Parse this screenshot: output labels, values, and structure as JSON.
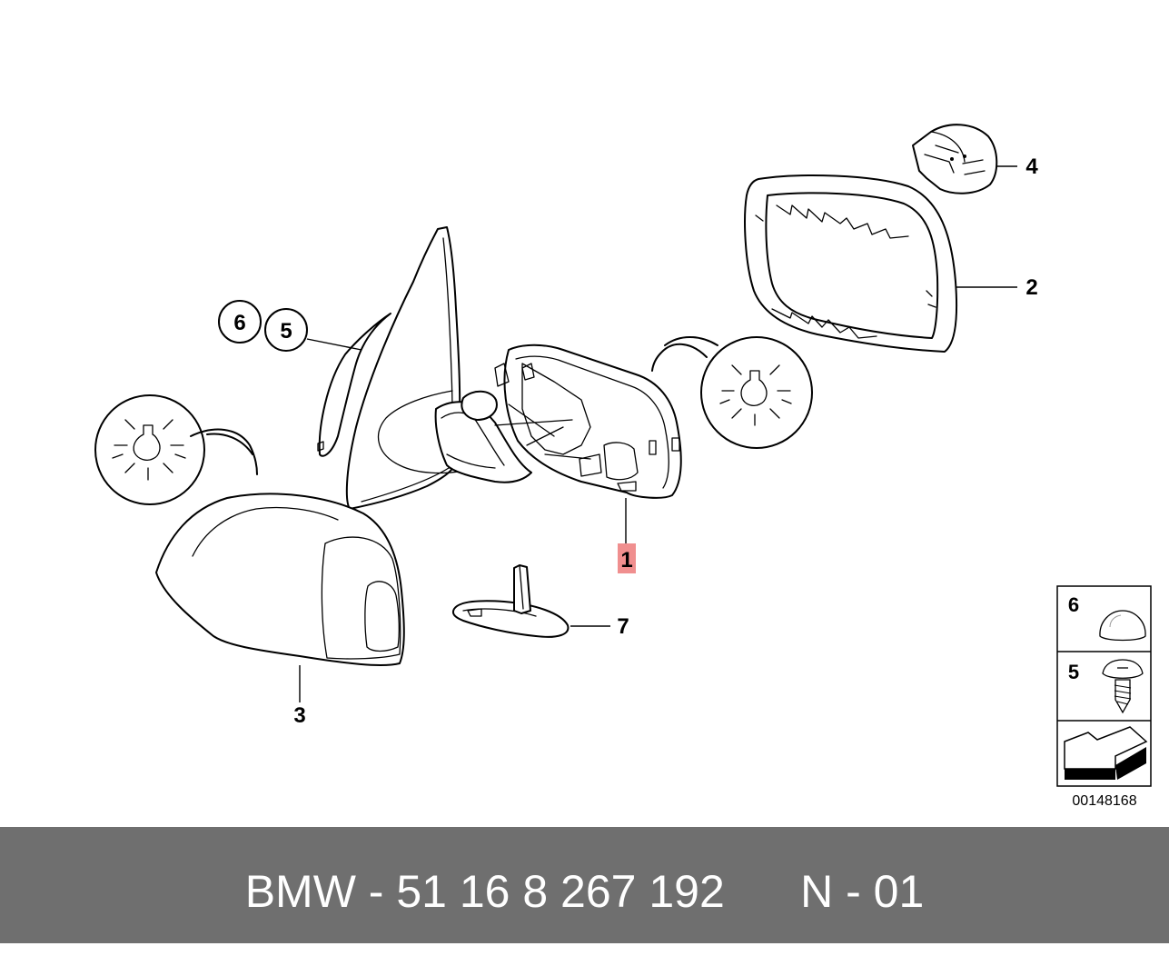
{
  "diagram": {
    "callouts": [
      {
        "id": "1",
        "label": "1",
        "highlight_color": "#f08f8f"
      },
      {
        "id": "2",
        "label": "2"
      },
      {
        "id": "3",
        "label": "3"
      },
      {
        "id": "4",
        "label": "4"
      },
      {
        "id": "5",
        "label": "5"
      },
      {
        "id": "6",
        "label": "6"
      },
      {
        "id": "7",
        "label": "7"
      }
    ],
    "legend": {
      "rows": [
        {
          "label": "6",
          "icon": "cap-nut-icon"
        },
        {
          "label": "5",
          "icon": "screw-icon"
        },
        {
          "label": "",
          "icon": "direction-arrow-icon"
        }
      ],
      "diagram_number": "00148168"
    }
  },
  "footer": {
    "part_text": "BMW - 51 16 8 267 192",
    "code_text": "N - 01"
  },
  "colors": {
    "footer_bg": "#6f6f6f",
    "footer_text": "#ffffff",
    "highlight": "#f08f8f"
  }
}
